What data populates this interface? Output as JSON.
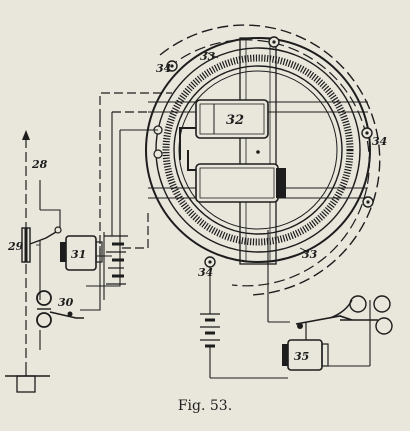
{
  "figure": {
    "caption": "Fig. 53.",
    "labels": {
      "l28": "28",
      "l29": "29",
      "l30": "30",
      "l31": "31",
      "l32": "32",
      "l33a": "33",
      "l33b": "33",
      "l34a": "34",
      "l34b": "34",
      "l34c": "34",
      "l35": "35"
    }
  },
  "colors": {
    "ink": "#1d1d1d",
    "paper": "#e9e6dc",
    "grey": "#8a877f"
  }
}
